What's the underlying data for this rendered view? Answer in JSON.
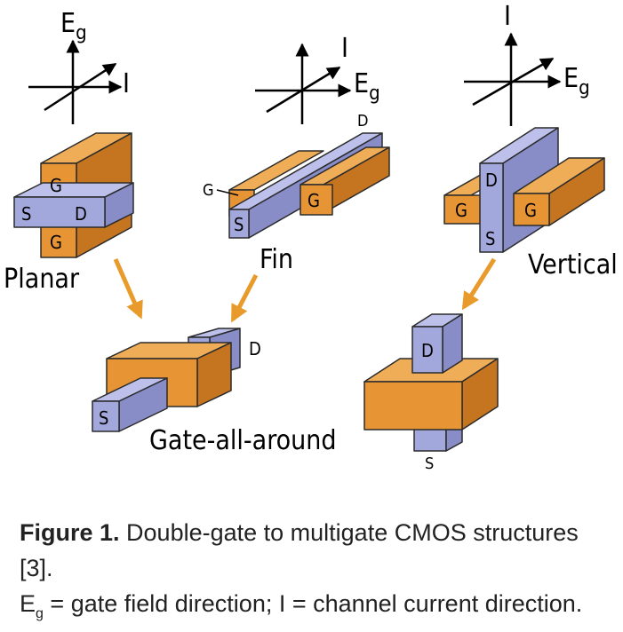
{
  "colors": {
    "gate_front": "#e79434",
    "gate_top": "#f0ad58",
    "gate_side": "#c57520",
    "channel_front": "#a3a8dc",
    "channel_top": "#bcc0ea",
    "channel_side": "#888dc8",
    "arrow": "#e89a2a",
    "outline": "#2b2b2b"
  },
  "axes": {
    "planar": {
      "up": "E",
      "up_sub": "g",
      "right": "I"
    },
    "fin": {
      "diag": "I",
      "right": "E",
      "right_sub": "g"
    },
    "vertical": {
      "up": "I",
      "right": "E",
      "right_sub": "g"
    }
  },
  "structures": {
    "planar": {
      "name": "Planar",
      "gate_top": "G",
      "gate_bottom": "G",
      "source": "S",
      "drain": "D"
    },
    "fin": {
      "name": "Fin",
      "gate_pointer": "G",
      "gate": "G",
      "source": "S",
      "drain": "D"
    },
    "vertical": {
      "name": "Vertical",
      "drain": "D",
      "source": "S",
      "gate_left": "G",
      "gate_right": "G"
    },
    "gaa": {
      "name": "Gate-all-around",
      "source": "S",
      "drain": "D"
    },
    "vertical_gaa": {
      "drain": "D",
      "source": "S"
    }
  },
  "caption": {
    "label": "Figure 1.",
    "text": " Double-gate to multigate CMOS structures [3].",
    "line2_e": "E",
    "line2_sub": "g",
    "line2_rest": " = gate field direction; I =  channel current direction."
  }
}
